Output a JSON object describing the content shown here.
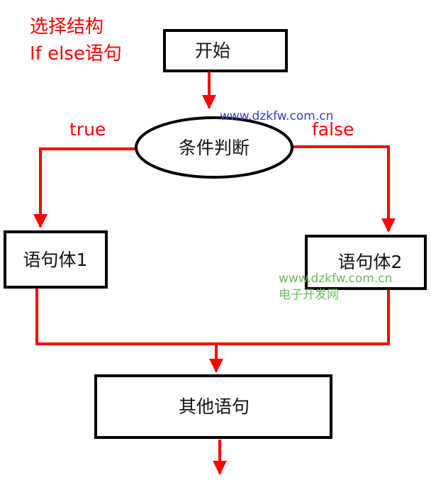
{
  "title": {
    "line1": "选择结构",
    "line2": "If else语句"
  },
  "nodes": {
    "start": "开始",
    "condition": "条件判断",
    "body1": "语句体1",
    "body2": "语句体2",
    "other": "其他语句"
  },
  "branches": {
    "true_label": "true",
    "false_label": "false"
  },
  "watermarks": {
    "url_blue": "www.dzkfw.com.cn",
    "url_green": "www.dzkfw.com.cn",
    "site_name": "电子开发网"
  },
  "colors": {
    "flow": "#ff0000",
    "box": "#000000",
    "watermark_blue": "#3a3acc",
    "watermark_green": "#6abf5a"
  }
}
